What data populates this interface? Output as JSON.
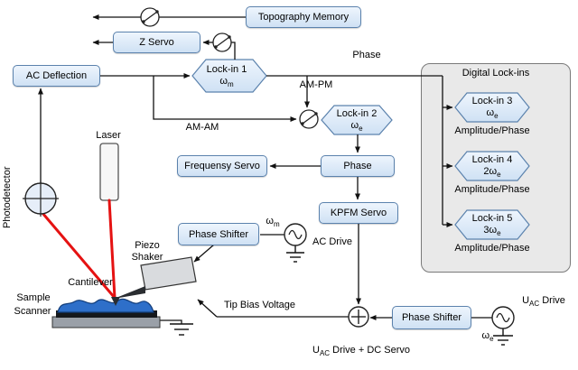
{
  "colors": {
    "background": "#ffffff",
    "box_fill_top": "#eef5fd",
    "box_fill_bottom": "#cfe1f4",
    "box_border": "#5b82ad",
    "panel_fill": "#e9e9e9",
    "panel_border": "#7a7a7a",
    "wire": "#111111",
    "laser_beam": "#e51212",
    "sample_fill": "#2e6fc9"
  },
  "icons": {
    "switch": "circle-with-lever-contacts",
    "ac_source": "circle-with-sine-wave",
    "summing_junction": "circle-with-plus",
    "photodetector": "circle-with-crosshair",
    "ground": "three-bar-earth"
  },
  "boxes": {
    "topography_memory": {
      "label": "Topography Memory"
    },
    "z_servo": {
      "label": "Z Servo"
    },
    "ac_deflection": {
      "label": "AC Deflection"
    },
    "frequency_servo": {
      "label": "Frequensy Servo"
    },
    "phase": {
      "label": "Phase"
    },
    "kpfm_servo": {
      "label": "KPFM Servo"
    },
    "phase_shifter_top": {
      "label": "Phase Shifter"
    },
    "phase_shifter_bottom": {
      "label": "Phase Shifter"
    }
  },
  "lockins": {
    "panel_title": "Digital Lock-ins",
    "amplitude_phase": "Amplitude/Phase",
    "lockin1": {
      "name": "Lock-in 1",
      "pre": "ω",
      "sub": "m"
    },
    "lockin2": {
      "name": "Lock-in 2",
      "pre": "ω",
      "sub": "e"
    },
    "lockin3": {
      "name": "Lock-in 3",
      "pre": "ω",
      "sub": "e"
    },
    "lockin4": {
      "name": "Lock-in 4",
      "pre": "2ω",
      "sub": "e"
    },
    "lockin5": {
      "name": "Lock-in 5",
      "pre": "3ω",
      "sub": "e"
    }
  },
  "labels": {
    "phase_top": "Phase",
    "am_pm": "AM-PM",
    "am_am": "AM-AM",
    "laser": "Laser",
    "photodetector": "Photodetector",
    "piezo_line1": "Piezo",
    "piezo_line2": "Shaker",
    "cantilever": "Cantilever",
    "sample": "Sample",
    "scanner": "Scanner",
    "tip_bias_voltage": "Tip Bias Voltage",
    "ac_drive": "AC Drive",
    "omega_m": {
      "pre": "ω",
      "sub": "m",
      "post": ""
    },
    "omega_e": {
      "pre": "ω",
      "sub": "e",
      "post": ""
    },
    "uac_drive": {
      "pre": "U",
      "sub": "AC",
      "post": " Drive"
    },
    "sum_line": {
      "pre": "U",
      "sub": "AC",
      "post": " Drive + DC Servo"
    }
  }
}
